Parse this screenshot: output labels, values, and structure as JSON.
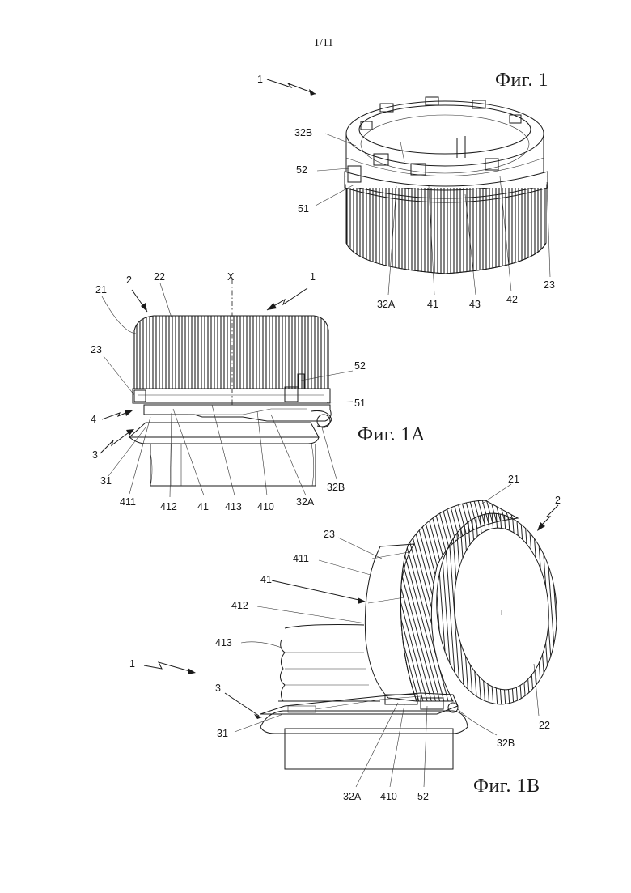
{
  "page_number": "1/11",
  "figures": [
    {
      "title": "Фиг. 1",
      "labels": [
        "1",
        "32B",
        "52",
        "51",
        "32A",
        "41",
        "43",
        "42",
        "23"
      ]
    },
    {
      "title": "Фиг. 1A",
      "labels": [
        "1",
        "X",
        "2",
        "22",
        "21",
        "23",
        "52",
        "51",
        "4",
        "3",
        "31",
        "411",
        "412",
        "41",
        "413",
        "410",
        "32A",
        "32B"
      ]
    },
    {
      "title": "Фиг. 1B",
      "labels": [
        "21",
        "2",
        "23",
        "411",
        "41",
        "412",
        "413",
        "1",
        "3",
        "31",
        "22",
        "32B",
        "32A",
        "410",
        "52"
      ]
    }
  ]
}
